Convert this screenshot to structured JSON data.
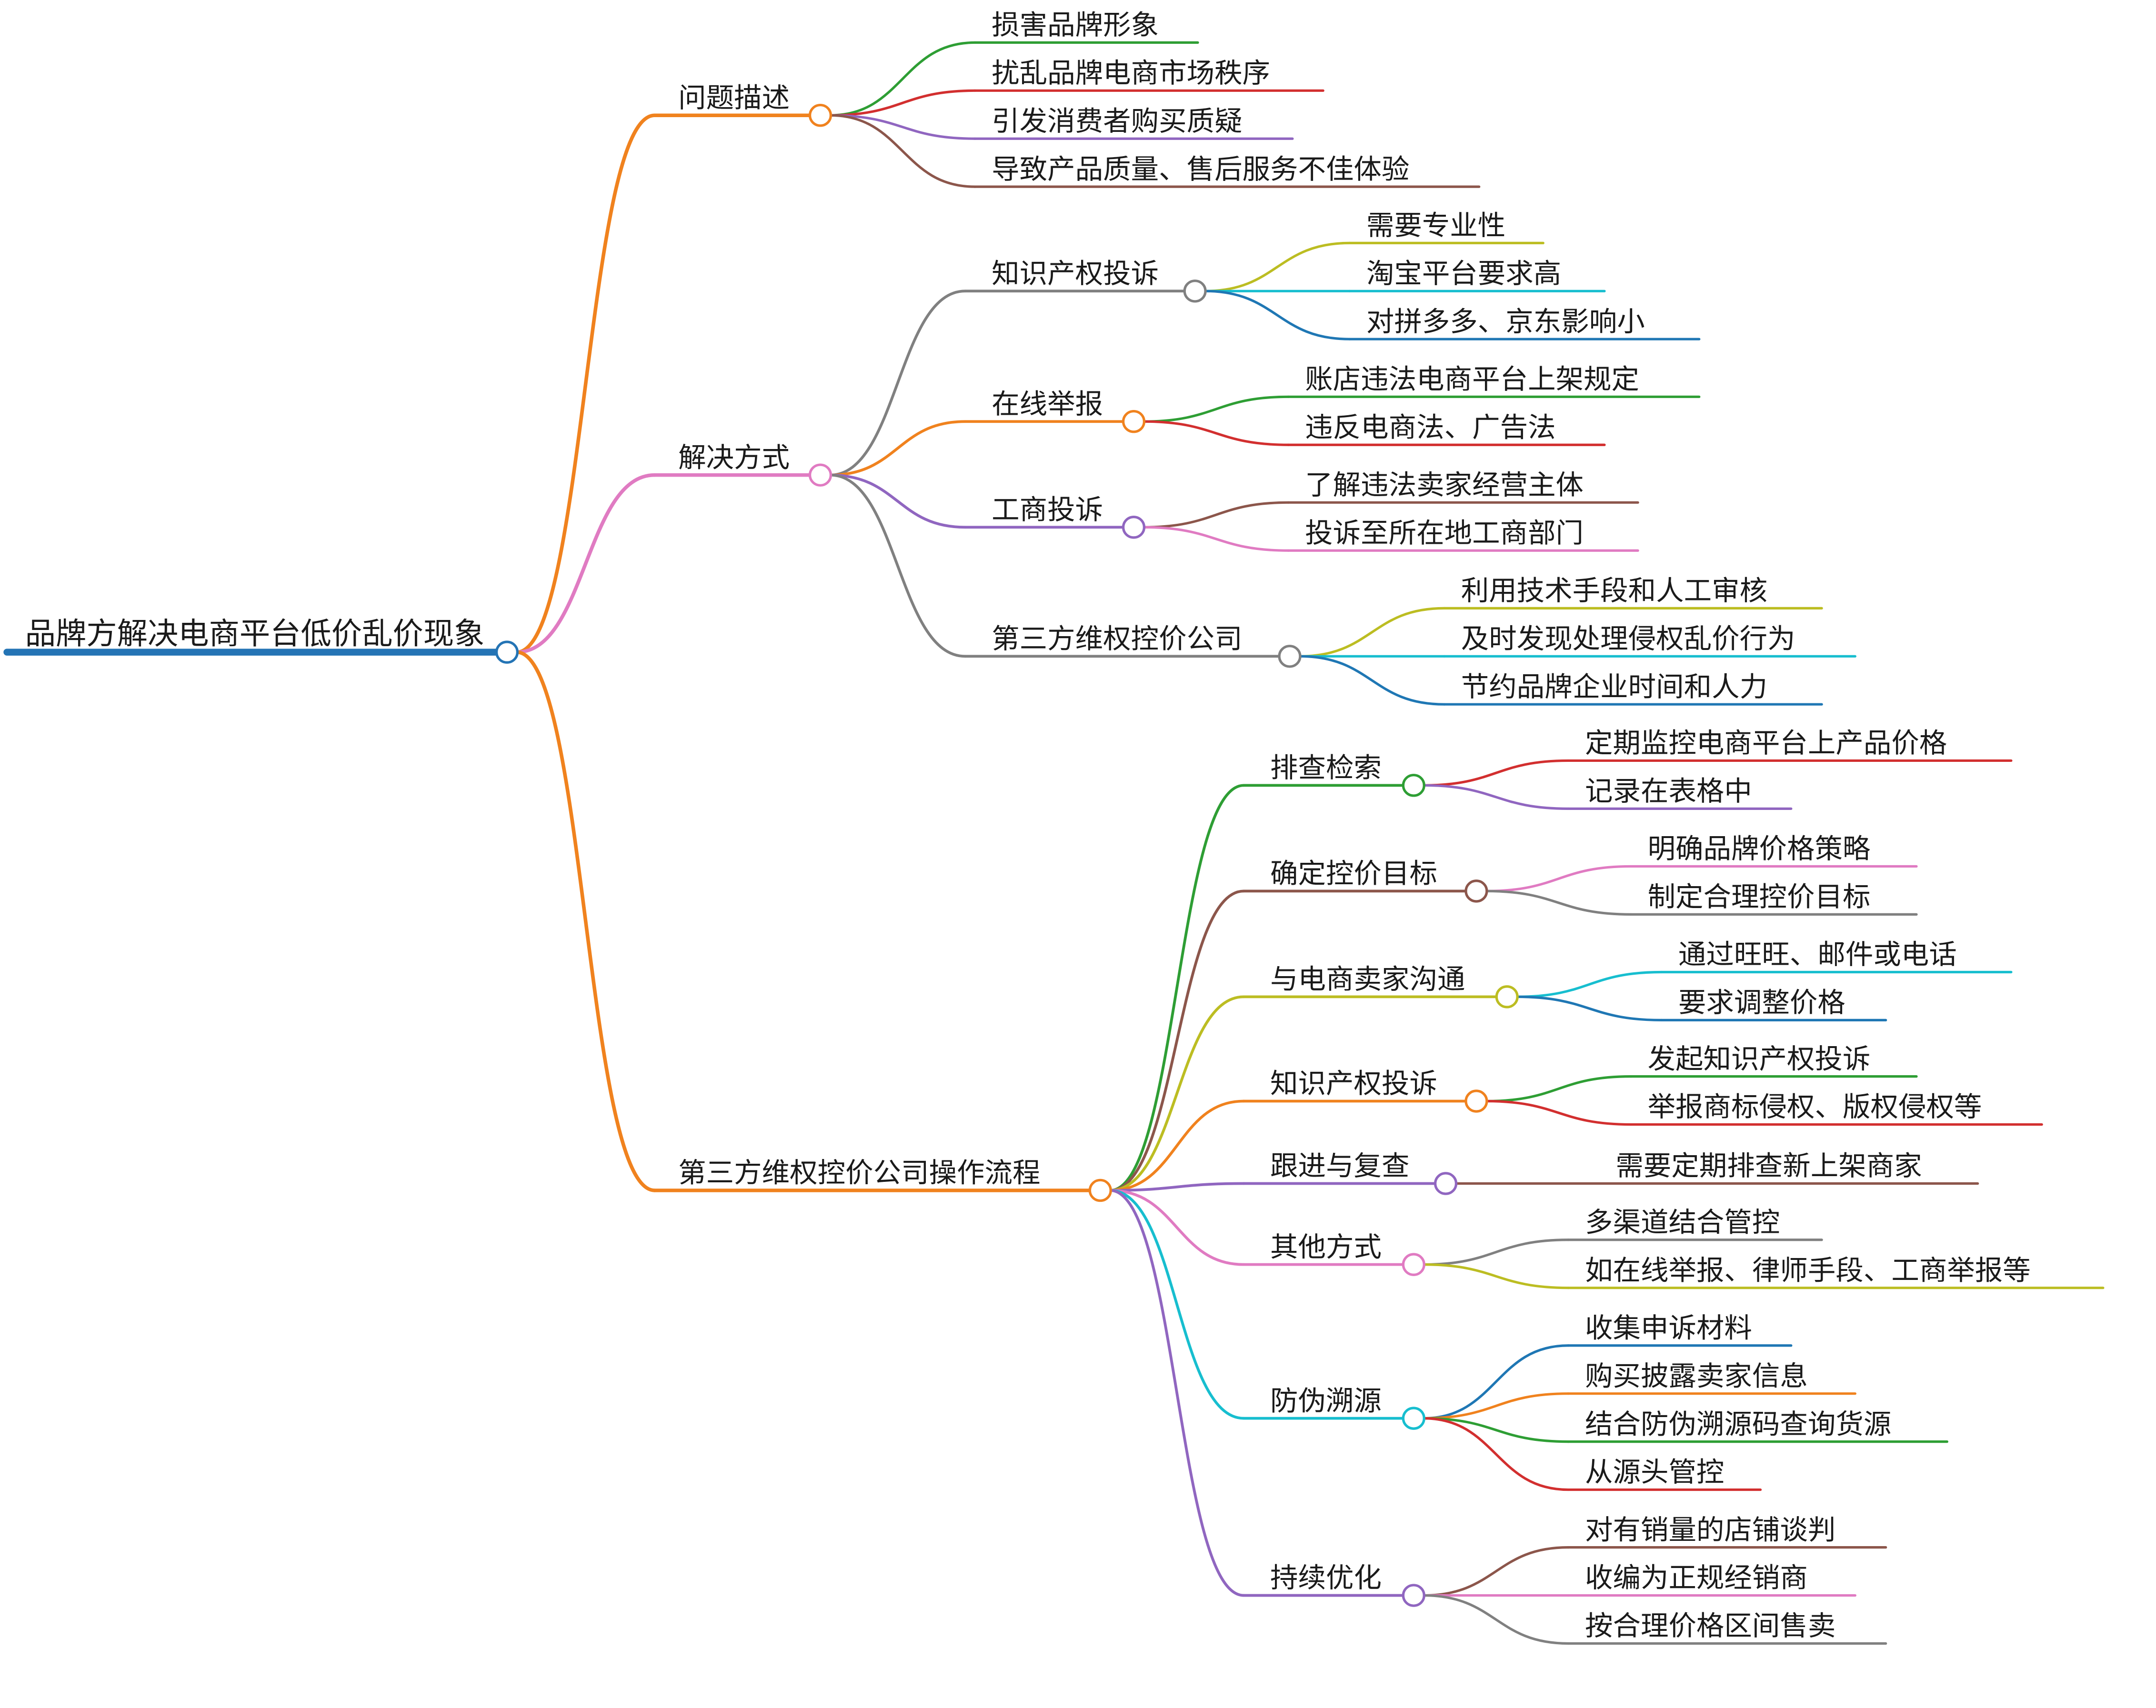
{
  "title": "品牌方解决电商平台低价乱价现象",
  "colors": {
    "root": "#2474b5",
    "orange": "#f0821e",
    "pink": "#e07bc2",
    "green": "#2e9e34",
    "red": "#d22f2f",
    "purple": "#9066c0",
    "brown": "#8c564b",
    "gray": "#808080",
    "olive": "#bcbd22",
    "cyan": "#17becf",
    "blue": "#1f77b4"
  },
  "root": {
    "label": "品牌方解决电商平台低价乱价现象",
    "color": "root",
    "children": [
      {
        "label": "问题描述",
        "color": "orange",
        "children": [
          {
            "label": "损害品牌形象",
            "color": "green"
          },
          {
            "label": "扰乱品牌电商市场秩序",
            "color": "red"
          },
          {
            "label": "引发消费者购买质疑",
            "color": "purple"
          },
          {
            "label": "导致产品质量、售后服务不佳体验",
            "color": "brown"
          }
        ]
      },
      {
        "label": "解决方式",
        "color": "pink",
        "children": [
          {
            "label": "知识产权投诉",
            "color": "gray",
            "children": [
              {
                "label": "需要专业性",
                "color": "olive"
              },
              {
                "label": "淘宝平台要求高",
                "color": "cyan"
              },
              {
                "label": "对拼多多、京东影响小",
                "color": "blue"
              }
            ]
          },
          {
            "label": "在线举报",
            "color": "orange",
            "children": [
              {
                "label": "账店违法电商平台上架规定",
                "color": "green"
              },
              {
                "label": "违反电商法、广告法",
                "color": "red"
              }
            ]
          },
          {
            "label": "工商投诉",
            "color": "purple",
            "children": [
              {
                "label": "了解违法卖家经营主体",
                "color": "brown"
              },
              {
                "label": "投诉至所在地工商部门",
                "color": "pink"
              }
            ]
          },
          {
            "label": "第三方维权控价公司",
            "color": "gray",
            "children": [
              {
                "label": "利用技术手段和人工审核",
                "color": "olive"
              },
              {
                "label": "及时发现处理侵权乱价行为",
                "color": "cyan"
              },
              {
                "label": "节约品牌企业时间和人力",
                "color": "blue"
              }
            ]
          }
        ]
      },
      {
        "label": "第三方维权控价公司操作流程",
        "color": "orange",
        "children": [
          {
            "label": "排查检索",
            "color": "green",
            "children": [
              {
                "label": "定期监控电商平台上产品价格",
                "color": "red"
              },
              {
                "label": "记录在表格中",
                "color": "purple"
              }
            ]
          },
          {
            "label": "确定控价目标",
            "color": "brown",
            "children": [
              {
                "label": "明确品牌价格策略",
                "color": "pink"
              },
              {
                "label": "制定合理控价目标",
                "color": "gray"
              }
            ]
          },
          {
            "label": "与电商卖家沟通",
            "color": "olive",
            "children": [
              {
                "label": "通过旺旺、邮件或电话",
                "color": "cyan"
              },
              {
                "label": "要求调整价格",
                "color": "blue"
              }
            ]
          },
          {
            "label": "知识产权投诉",
            "color": "orange",
            "children": [
              {
                "label": "发起知识产权投诉",
                "color": "green"
              },
              {
                "label": "举报商标侵权、版权侵权等",
                "color": "red"
              }
            ]
          },
          {
            "label": "跟进与复查",
            "color": "purple",
            "children": [
              {
                "label": "需要定期排查新上架商家",
                "color": "brown"
              }
            ]
          },
          {
            "label": "其他方式",
            "color": "pink",
            "children": [
              {
                "label": "多渠道结合管控",
                "color": "gray"
              },
              {
                "label": "如在线举报、律师手段、工商举报等",
                "color": "olive"
              }
            ]
          },
          {
            "label": "防伪溯源",
            "color": "cyan",
            "children": [
              {
                "label": "收集申诉材料",
                "color": "blue"
              },
              {
                "label": "购买披露卖家信息",
                "color": "orange"
              },
              {
                "label": "结合防伪溯源码查询货源",
                "color": "green"
              },
              {
                "label": "从源头管控",
                "color": "red"
              }
            ]
          },
          {
            "label": "持续优化",
            "color": "purple",
            "children": [
              {
                "label": "对有销量的店铺谈判",
                "color": "brown"
              },
              {
                "label": "收编为正规经销商",
                "color": "pink"
              },
              {
                "label": "按合理价格区间售卖",
                "color": "gray"
              }
            ]
          }
        ]
      }
    ]
  }
}
